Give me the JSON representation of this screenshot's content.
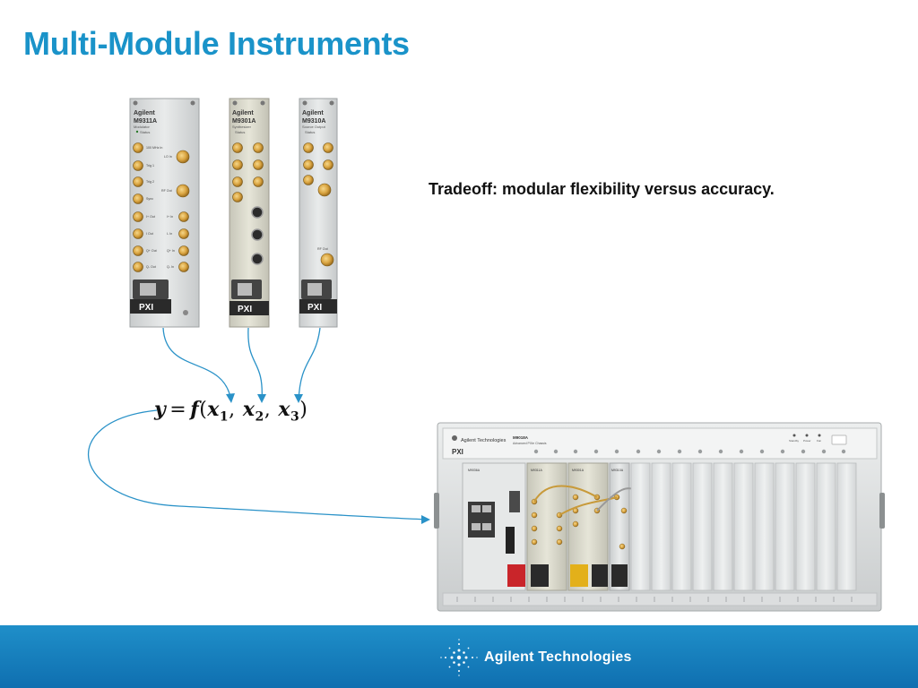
{
  "slide": {
    "title": "Multi-Module Instruments",
    "tradeoff": "Tradeoff:  modular flexibility versus accuracy."
  },
  "formula": {
    "y": "y",
    "eq": "=",
    "f": "f",
    "open": "(",
    "x": "x",
    "sub1": "1",
    "sub2": "2",
    "sub3": "3",
    "comma": ",",
    "close": ")"
  },
  "modules": [
    {
      "brand": "Agilent",
      "model": "M9311A",
      "desc": "Modulator",
      "status": "Status",
      "labels_left": [
        "100 MHz In",
        "Trig 1",
        "Trig 2",
        "Sync",
        "I+ Out",
        "I Out",
        "Q+ Out",
        "Q- Out"
      ],
      "labels_right": [
        "LO In",
        "RF Out",
        "I+ In",
        "I- In",
        "Q+ In",
        "Q- In"
      ],
      "badge": "PXI"
    },
    {
      "brand": "Agilent",
      "model": "M9301A",
      "desc": "Synthesizer",
      "status": "Status",
      "badge": "PXI"
    },
    {
      "brand": "Agilent",
      "model": "M9310A",
      "desc": "Source Output",
      "status": "Status",
      "labels": [
        "RF Out"
      ],
      "badge": "PXI"
    }
  ],
  "chassis": {
    "brand": "Agilent Technologies",
    "model": "M9018A",
    "desc": "Advanced PXIe Chassis",
    "badge": "PXI",
    "slot_labels": [
      "M9036A",
      "M9311A",
      "M9301A",
      "M9310A"
    ],
    "indicators": [
      "Standby",
      "Power",
      "Fan"
    ]
  },
  "footer": {
    "brand": "Agilent Technologies"
  },
  "colors": {
    "title": "#1a93c9",
    "footer": "#1a85c2",
    "connector_line": "#2a92c8",
    "gold": "#d9a441"
  }
}
